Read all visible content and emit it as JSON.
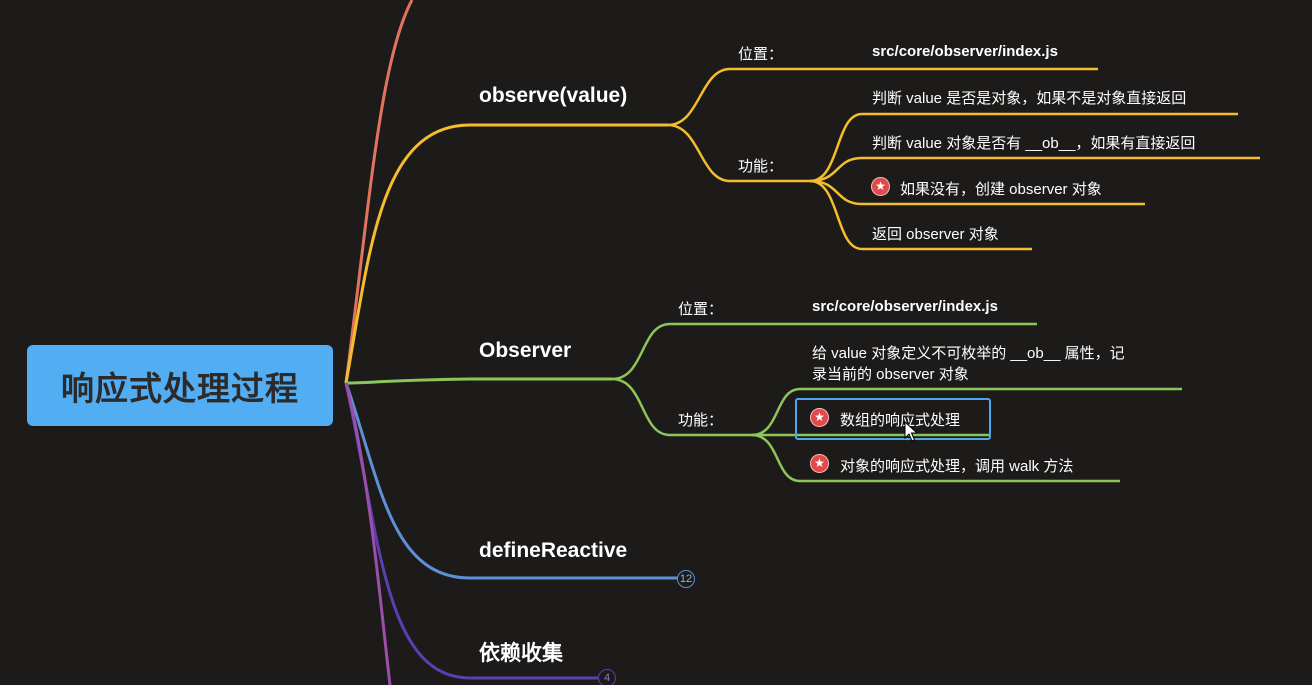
{
  "root": {
    "label": "响应式处理过程"
  },
  "colors": {
    "background": "#1c1b1a",
    "root_fill": "#52adf2",
    "branch_red": "#e2745f",
    "branch_yellow": "#f5bd2e",
    "branch_green": "#8ec55a",
    "branch_blue": "#5e8fd8",
    "branch_purple": "#5b3fb2",
    "branch_magenta": "#9b4fa8",
    "star_red": "#e14a4a",
    "selection": "#4aa8f0"
  },
  "observe": {
    "title": "observe(value)",
    "location_label": "位置：",
    "location_value": "src/core/observer/index.js",
    "function_label": "功能：",
    "items": [
      "判断 value 是否是对象，如果不是对象直接返回",
      "判断 value 对象是否有 __ob__，如果有直接返回",
      "如果没有，创建 observer 对象",
      "返回 observer 对象"
    ],
    "item_icons": [
      "",
      "",
      "star-icon",
      ""
    ]
  },
  "observer": {
    "title": "Observer",
    "location_label": "位置：",
    "location_value": "src/core/observer/index.js",
    "function_label": "功能：",
    "desc_line1": "给 value 对象定义不可枚举的 __ob__ 属性，记",
    "desc_line2": "录当前的 observer 对象",
    "items": [
      "数组的响应式处理",
      "对象的响应式处理，调用 walk 方法"
    ],
    "item_icons": [
      "star-icon",
      "star-icon"
    ]
  },
  "define_reactive": {
    "title": "defineReactive",
    "collapsed_count": "12"
  },
  "dep_collect": {
    "title": "依赖收集",
    "collapsed_count": "4"
  },
  "icons": {
    "star": "star-icon",
    "cursor": "mouse-cursor-icon"
  }
}
